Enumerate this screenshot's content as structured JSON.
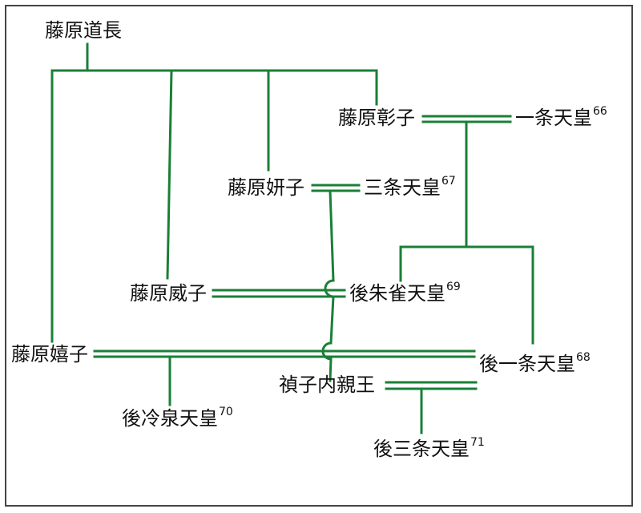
{
  "line_color": "#1a7f37",
  "people": {
    "michinaga": {
      "name": "藤原道長"
    },
    "shoshi": {
      "name": "藤原彰子"
    },
    "ichijo": {
      "name": "一条天皇",
      "number": "66"
    },
    "kenshi": {
      "name": "藤原妍子"
    },
    "sanjo": {
      "name": "三条天皇",
      "number": "67"
    },
    "ishi": {
      "name": "藤原威子"
    },
    "gosuzaku": {
      "name": "後朱雀天皇",
      "number": "69"
    },
    "kishi": {
      "name": "藤原嬉子"
    },
    "goichijo": {
      "name": "後一条天皇",
      "number": "68"
    },
    "teishi": {
      "name": "禎子内親王"
    },
    "goreizei": {
      "name": "後冷泉天皇",
      "number": "70"
    },
    "gosanjo": {
      "name": "後三条天皇",
      "number": "71"
    }
  }
}
